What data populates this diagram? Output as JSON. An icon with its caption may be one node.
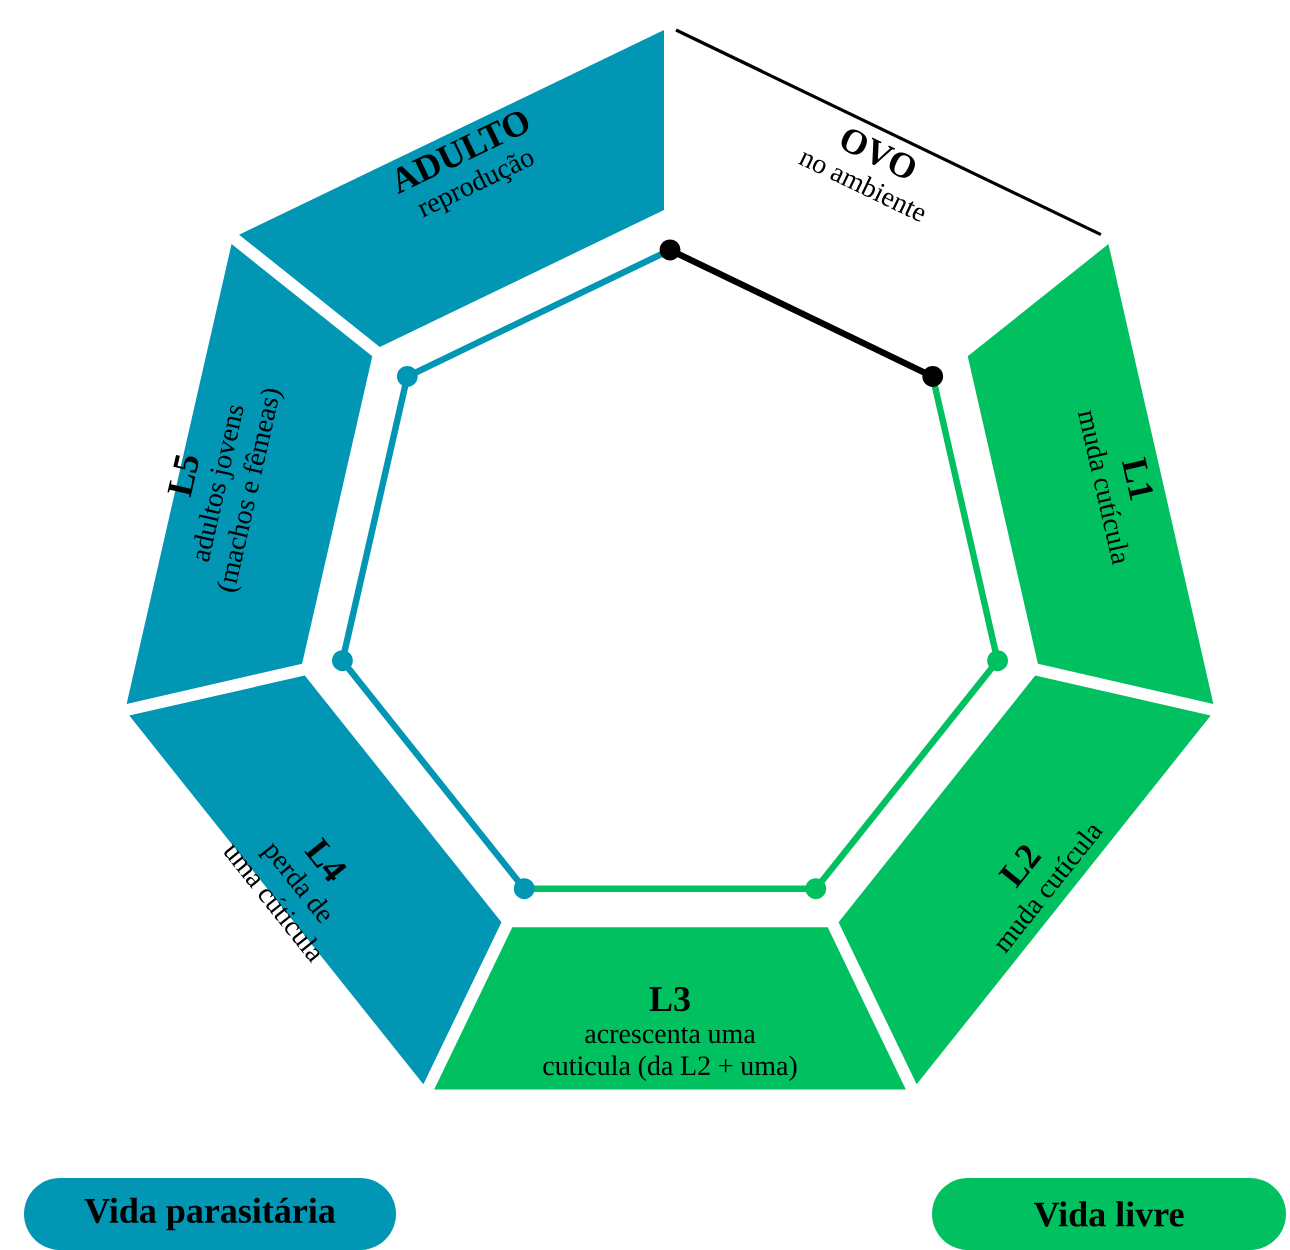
{
  "diagram": {
    "nodes": [
      {
        "text": [
          "OVO",
          "no ambiente"
        ]
      },
      {
        "text": [
          "L1",
          "muda cutícula"
        ]
      },
      {
        "text": [
          "L2",
          "muda cutícula"
        ]
      },
      {
        "text": [
          "L3",
          "acrescenta uma cuticula (da L2 + uma)"
        ]
      },
      {
        "text": [
          "L4",
          "perda de uma cúticula"
        ]
      },
      {
        "text": [
          "L5",
          "adultos jovens (machos e fêmeas)"
        ]
      },
      {
        "text": [
          "ADULTO",
          "reprodução"
        ]
      }
    ],
    "legend": [
      {
        "text": "Vida parasitária",
        "color": "#0096b4"
      },
      {
        "text": "Vida livre",
        "color": "#00c060"
      }
    ]
  }
}
